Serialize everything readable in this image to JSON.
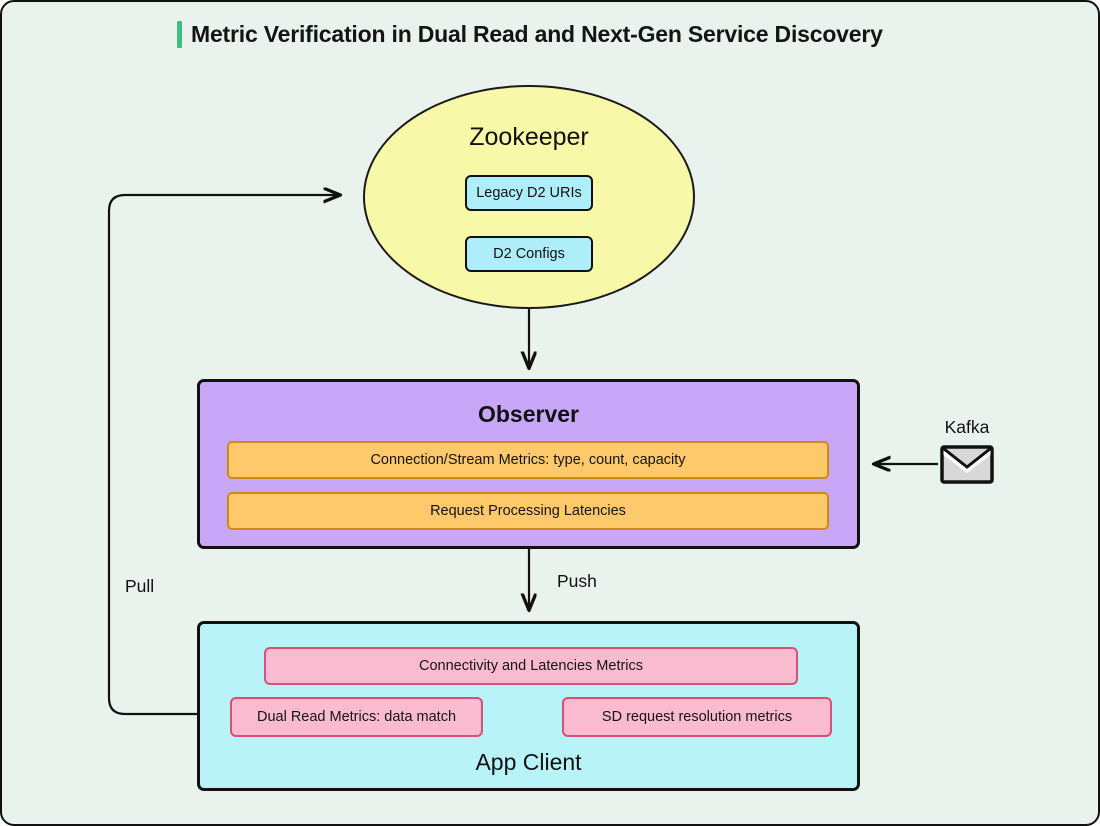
{
  "page": {
    "title": "Metric Verification in Dual Read and Next-Gen Service Discovery",
    "background_color": "#eaf2ee",
    "accent_color": "#3fbe80",
    "border_color": "#111111"
  },
  "diagram": {
    "type": "flow-diagram",
    "nodes": {
      "zookeeper": {
        "label": "Zookeeper",
        "shape": "ellipse",
        "fill_color": "#f7f9a8",
        "items": [
          {
            "label": "Legacy D2 URIs",
            "fill_color": "#aeeefb"
          },
          {
            "label": "D2 Configs",
            "fill_color": "#aeeefb"
          }
        ]
      },
      "observer": {
        "label": "Observer",
        "shape": "rectangle",
        "fill_color": "#c9a7f8",
        "items": [
          {
            "label": "Connection/Stream Metrics: type, count, capacity",
            "fill_color": "#fdc96a"
          },
          {
            "label": "Request Processing Latencies",
            "fill_color": "#fdc96a"
          }
        ]
      },
      "app_client": {
        "label": "App Client",
        "shape": "rectangle",
        "fill_color": "#b8f3f7",
        "items": [
          {
            "label": "Connectivity and Latencies Metrics",
            "fill_color": "#fabbd0"
          },
          {
            "label": "Dual Read Metrics: data match",
            "fill_color": "#fabbd0"
          },
          {
            "label": "SD request resolution metrics",
            "fill_color": "#fabbd0"
          }
        ]
      },
      "kafka": {
        "label": "Kafka",
        "icon": "envelope-icon",
        "shape": "icon"
      }
    },
    "edges": [
      {
        "from": "zookeeper",
        "to": "observer",
        "label": "",
        "direction": "down"
      },
      {
        "from": "observer",
        "to": "app_client",
        "label": "Push",
        "direction": "down"
      },
      {
        "from": "app_client",
        "to": "zookeeper",
        "label": "Pull",
        "direction": "left-up-right"
      },
      {
        "from": "kafka",
        "to": "observer",
        "label": "",
        "direction": "left"
      }
    ]
  }
}
